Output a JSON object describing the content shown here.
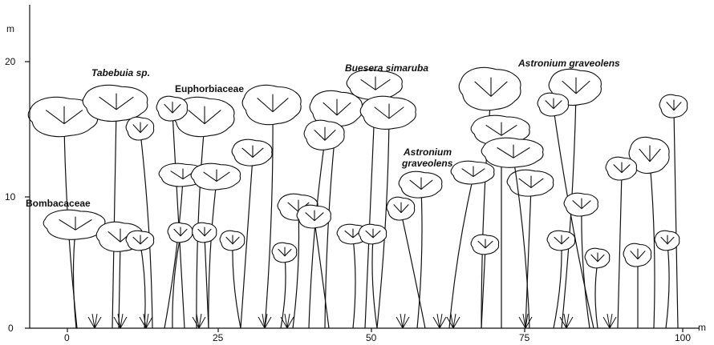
{
  "axes": {
    "y_unit": "m",
    "x_unit": "m",
    "y_ticks": [
      "0",
      "10",
      "20"
    ],
    "x_ticks": [
      "0",
      "25",
      "50",
      "75",
      "100"
    ]
  },
  "labels": {
    "tabebuia": "Tabebuia sp.",
    "euphorbiaceae": "Euphorbiaceae",
    "buesera": "Buesera simaruba",
    "astronium_top": "Astronium graveolens",
    "astronium_mid_1": "Astronium",
    "astronium_mid_2": "graveolens",
    "bombacaceae": "Bombacaceae"
  }
}
